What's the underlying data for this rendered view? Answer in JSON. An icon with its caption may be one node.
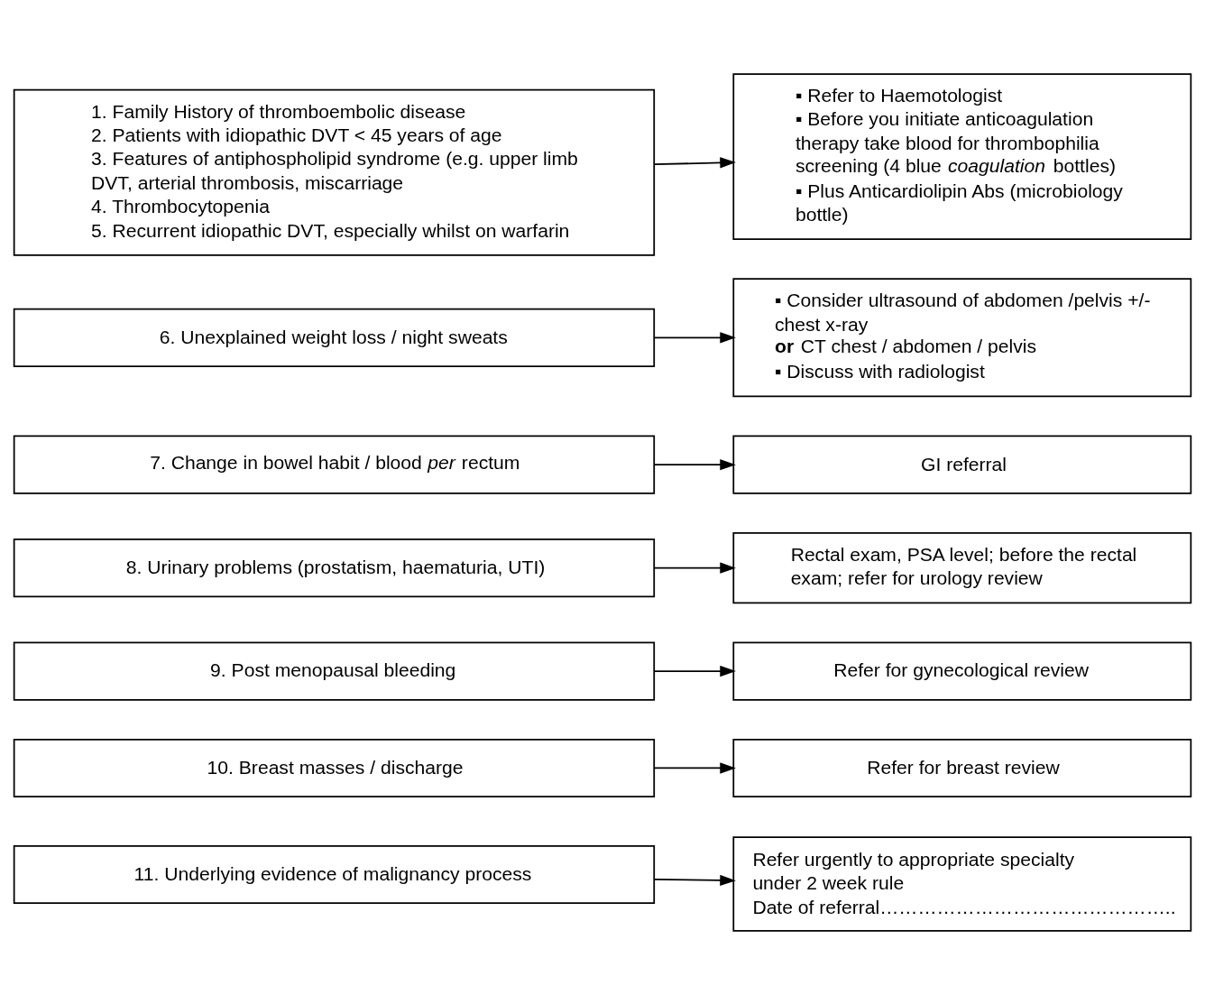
{
  "diagram": {
    "nodes": [
      {
        "text": [
          "1. Family History of thromboembolic disease",
          "2. Patients with idiopathic DVT < 45 years of age",
          "3. Features of antiphospholipid syndrome (e.g. upper limb DVT, arterial thrombosis, miscarriage",
          "4. Thrombocytopenia",
          "5. Recurrent idiopathic DVT, especially whilst on warfarin"
        ]
      },
      {
        "text": [
          "▪ Refer to Haemotologist",
          "▪ Before you initiate anticoagulation therapy take blood for thrombophilia screening (4 blue *coagulation* bottles)",
          "▪ Plus Anticardiolipin Abs (microbiology bottle)"
        ]
      },
      {
        "text": [
          "6. Unexplained weight loss / night sweats"
        ]
      },
      {
        "text": [
          "▪ Consider ultrasound of abdomen /pelvis +/- chest x-ray",
          "**or** CT chest / abdomen / pelvis",
          "▪ Discuss with radiologist"
        ]
      },
      {
        "text": [
          "7. Change in bowel habit / blood *per* rectum"
        ]
      },
      {
        "text": [
          "GI referral"
        ]
      },
      {
        "text": [
          "8. Urinary problems (prostatism, haematuria, UTI)"
        ]
      },
      {
        "text": [
          "Rectal exam, PSA level; before the rectal exam; refer for urology review"
        ]
      },
      {
        "text": [
          "9. Post menopausal bleeding"
        ]
      },
      {
        "text": [
          "Refer for gynecological review"
        ]
      },
      {
        "text": [
          "10. Breast masses / discharge"
        ]
      },
      {
        "text": [
          "Refer for breast review"
        ]
      },
      {
        "text": [
          "11. Underlying evidence of malignancy process"
        ]
      },
      {
        "text": [
          "Refer urgently to appropriate specialty under 2 week rule",
          "Date of referral……………………………………….."
        ]
      }
    ],
    "edges": [
      {
        "from": 0,
        "to": 1,
        "arrow": "to"
      },
      {
        "from": 2,
        "to": 3,
        "arrow": "to"
      },
      {
        "from": 4,
        "to": 5,
        "arrow": "to"
      },
      {
        "from": 6,
        "to": 7,
        "arrow": "to"
      },
      {
        "from": 8,
        "to": 9,
        "arrow": "to"
      },
      {
        "from": 10,
        "to": 11,
        "arrow": "to"
      },
      {
        "from": 12,
        "to": 13,
        "arrow": "to"
      }
    ]
  }
}
